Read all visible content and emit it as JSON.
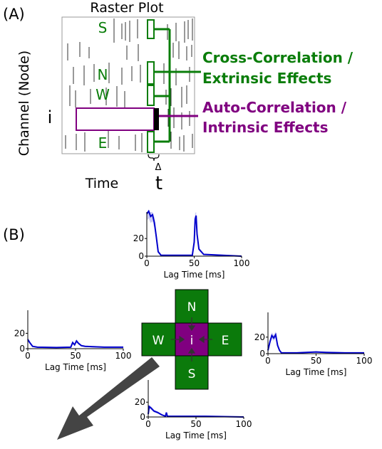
{
  "panel_a": {
    "panel_label": "(A)",
    "title": "Raster Plot",
    "ylabel": "Channel (Node)",
    "xlabel": "Time",
    "row_labels": {
      "S": "S",
      "N": "N",
      "W": "W",
      "i": "i",
      "E": "E"
    },
    "delta_label": "Δ",
    "t_label": "t",
    "cross_label": [
      "Cross-Correlation /",
      "Extrinsic Effects"
    ],
    "auto_label": [
      "Auto-Correlation /",
      "Intrinsic Effects"
    ],
    "colors": {
      "cross": "#0a7d0a",
      "auto": "#800080"
    }
  },
  "panel_b": {
    "panel_label": "(B)",
    "nodes": {
      "N": "N",
      "W": "W",
      "i": "i",
      "E": "E",
      "S": "S"
    },
    "colors": {
      "node": "#0b7a0b",
      "center": "#800080",
      "line": "#0000cc",
      "band": "#b4b4f0",
      "arrow": "#444444"
    },
    "charts": [
      {
        "id": "N",
        "xlabel": "Lag Time [ms]",
        "xticks": [
          "0",
          "50",
          "100"
        ],
        "yticks": [
          "0",
          "20"
        ]
      },
      {
        "id": "W",
        "xlabel": "Lag Time [ms]",
        "xticks": [
          "0",
          "50",
          "100"
        ],
        "yticks": [
          "0",
          "20"
        ]
      },
      {
        "id": "E",
        "xlabel": "Lag Time [ms]",
        "xticks": [
          "0",
          "50",
          "100"
        ],
        "yticks": [
          "0",
          "20"
        ]
      },
      {
        "id": "S",
        "xlabel": "Lag Time [ms]",
        "xticks": [
          "0",
          "50",
          "100"
        ],
        "yticks": [
          "0",
          "20"
        ]
      }
    ]
  }
}
